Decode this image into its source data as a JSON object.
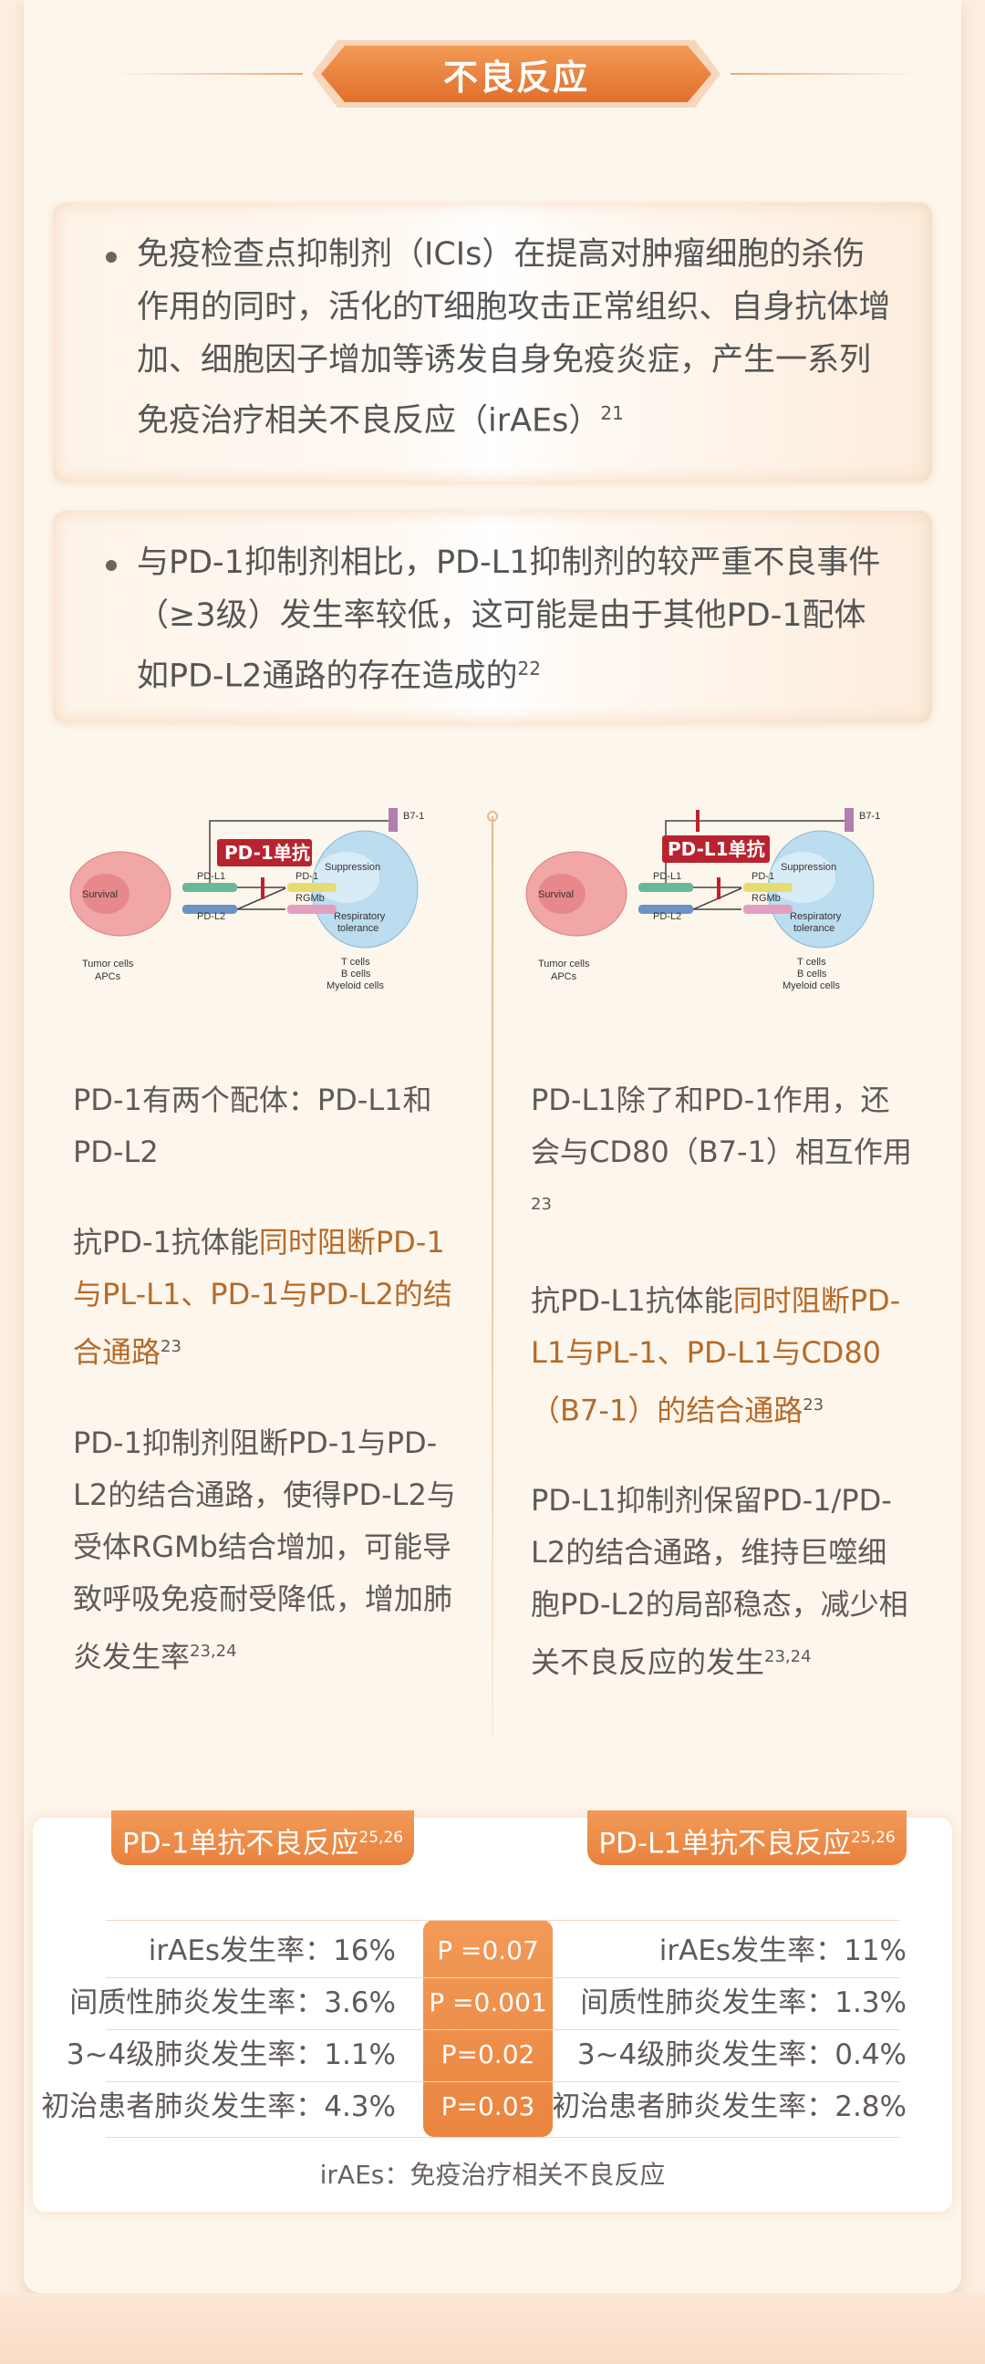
{
  "header": {
    "title": "不良反应"
  },
  "bullets": [
    {
      "text": "免疫检查点抑制剂（ICIs）在提高对肿瘤细胞的杀伤作用的同时，活化的T细胞攻击正常组织、自身抗体增加、细胞因子增加等诱发自身免疫炎症，产生一系列免疫治疗相关不良反应（irAEs）",
      "ref": "21"
    },
    {
      "text": "与PD-1抑制剂相比，PD-L1抑制剂的较严重不良事件（≥3级）发生率较低，这可能是由于其他PD-1配体如PD-L2通路的存在造成的",
      "ref": "22"
    }
  ],
  "diagram_labels": {
    "b71": "B7-1",
    "suppression": "Suppression",
    "survival": "Survival",
    "pdl1": "PD-L1",
    "pd1": "PD-1",
    "pdl2": "PD-L2",
    "rgmb": "RGMb",
    "resp1": "Respiratory",
    "resp2": "tolerance",
    "tumor1": "Tumor cells",
    "tumor2": "APCs",
    "tcells": "T cells",
    "bcells": "B cells",
    "myeloid": "Myeloid cells"
  },
  "left": {
    "tag": "PD-1单抗",
    "p1": "PD-1有两个配体：PD-L1和PD-L2",
    "p2_pre": "抗PD-1抗体能",
    "p2_hl": "同时阻断PD-1与PL-L1、PD-1与PD-L2的结合通路",
    "p2_ref": "23",
    "p3": "PD-1抑制剂阻断PD-1与PD-L2的结合通路，使得PD-L2与受体RGMb结合增加，可能导致呼吸免疫耐受降低，增加肺炎发生率",
    "p3_ref": "23,24"
  },
  "right": {
    "tag": "PD-L1单抗",
    "p1": "PD-L1除了和PD-1作用，还会与CD80（B7-1）相互作用",
    "p1_ref": "23",
    "p2_pre": "抗PD-L1抗体能",
    "p2_hl": "同时阻断PD-L1与PL-1、PD-L1与CD80（B7-1）的结合通路",
    "p2_ref": "23",
    "p3": "PD-L1抑制剂保留PD-1/PD-L2的结合通路，维持巨噬细胞PD-L2的局部稳态，减少相关不良反应的发生",
    "p3_ref": "23,24"
  },
  "comparison": {
    "left_title": "PD-1单抗不良反应",
    "left_ref": "25,26",
    "right_title": "PD-L1单抗不良反应",
    "right_ref": "25,26",
    "rows": [
      {
        "left": "irAEs发生率：16%",
        "p": "P =0.07",
        "right": "irAEs发生率：11%"
      },
      {
        "left": "间质性肺炎发生率：3.6%",
        "p": "P =0.001",
        "right": "间质性肺炎发生率：1.3%"
      },
      {
        "left": "3~4级肺炎发生率：1.1%",
        "p": "P=0.02",
        "right": "3~4级肺炎发生率：0.4%"
      },
      {
        "left": "初治患者肺炎发生率：4.3%",
        "p": "P=0.03",
        "right": "初治患者肺炎发生率：2.8%"
      }
    ],
    "footnote": "irAEs：免疫治疗相关不良反应"
  },
  "colors": {
    "accent": "#e8823e",
    "highlight": "#b56a2a",
    "tag_red": "#b8232f"
  }
}
